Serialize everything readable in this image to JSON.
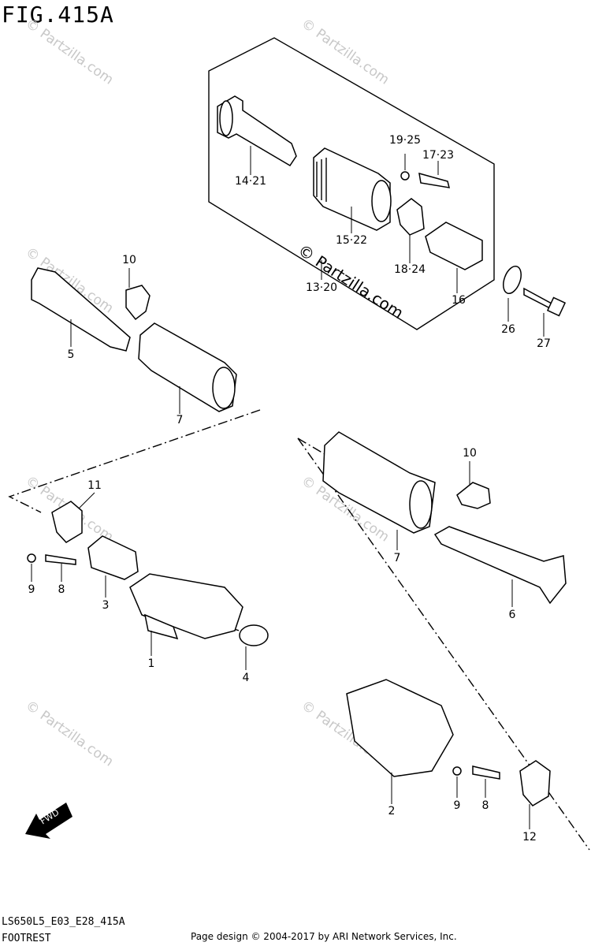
{
  "figure": {
    "title": "FIG.415A",
    "model_code": "LS650L5_E03_E28_415A",
    "section_name": "FOOTREST"
  },
  "watermark": {
    "main": "© Partzilla.com",
    "tile": "© Partzilla.com"
  },
  "fwd_badge": "FWD",
  "footer": {
    "credit": "Page design © 2004-2017 by ARI Network Services, Inc."
  },
  "callouts": [
    {
      "id": "c-14-21",
      "label": "14·21"
    },
    {
      "id": "c-19-25",
      "label": "19·25"
    },
    {
      "id": "c-17-23",
      "label": "17·23"
    },
    {
      "id": "c-15-22",
      "label": "15·22"
    },
    {
      "id": "c-18-24",
      "label": "18·24"
    },
    {
      "id": "c-13-20",
      "label": "13·20"
    },
    {
      "id": "c-16",
      "label": "16"
    },
    {
      "id": "c-26",
      "label": "26"
    },
    {
      "id": "c-27",
      "label": "27"
    },
    {
      "id": "c-10a",
      "label": "10"
    },
    {
      "id": "c-5",
      "label": "5"
    },
    {
      "id": "c-7a",
      "label": "7"
    },
    {
      "id": "c-11",
      "label": "11"
    },
    {
      "id": "c-9a",
      "label": "9"
    },
    {
      "id": "c-8a",
      "label": "8"
    },
    {
      "id": "c-3",
      "label": "3"
    },
    {
      "id": "c-1",
      "label": "1"
    },
    {
      "id": "c-4",
      "label": "4"
    },
    {
      "id": "c-10b",
      "label": "10"
    },
    {
      "id": "c-7b",
      "label": "7"
    },
    {
      "id": "c-6",
      "label": "6"
    },
    {
      "id": "c-2",
      "label": "2"
    },
    {
      "id": "c-9b",
      "label": "9"
    },
    {
      "id": "c-8b",
      "label": "8"
    },
    {
      "id": "c-12",
      "label": "12"
    }
  ]
}
